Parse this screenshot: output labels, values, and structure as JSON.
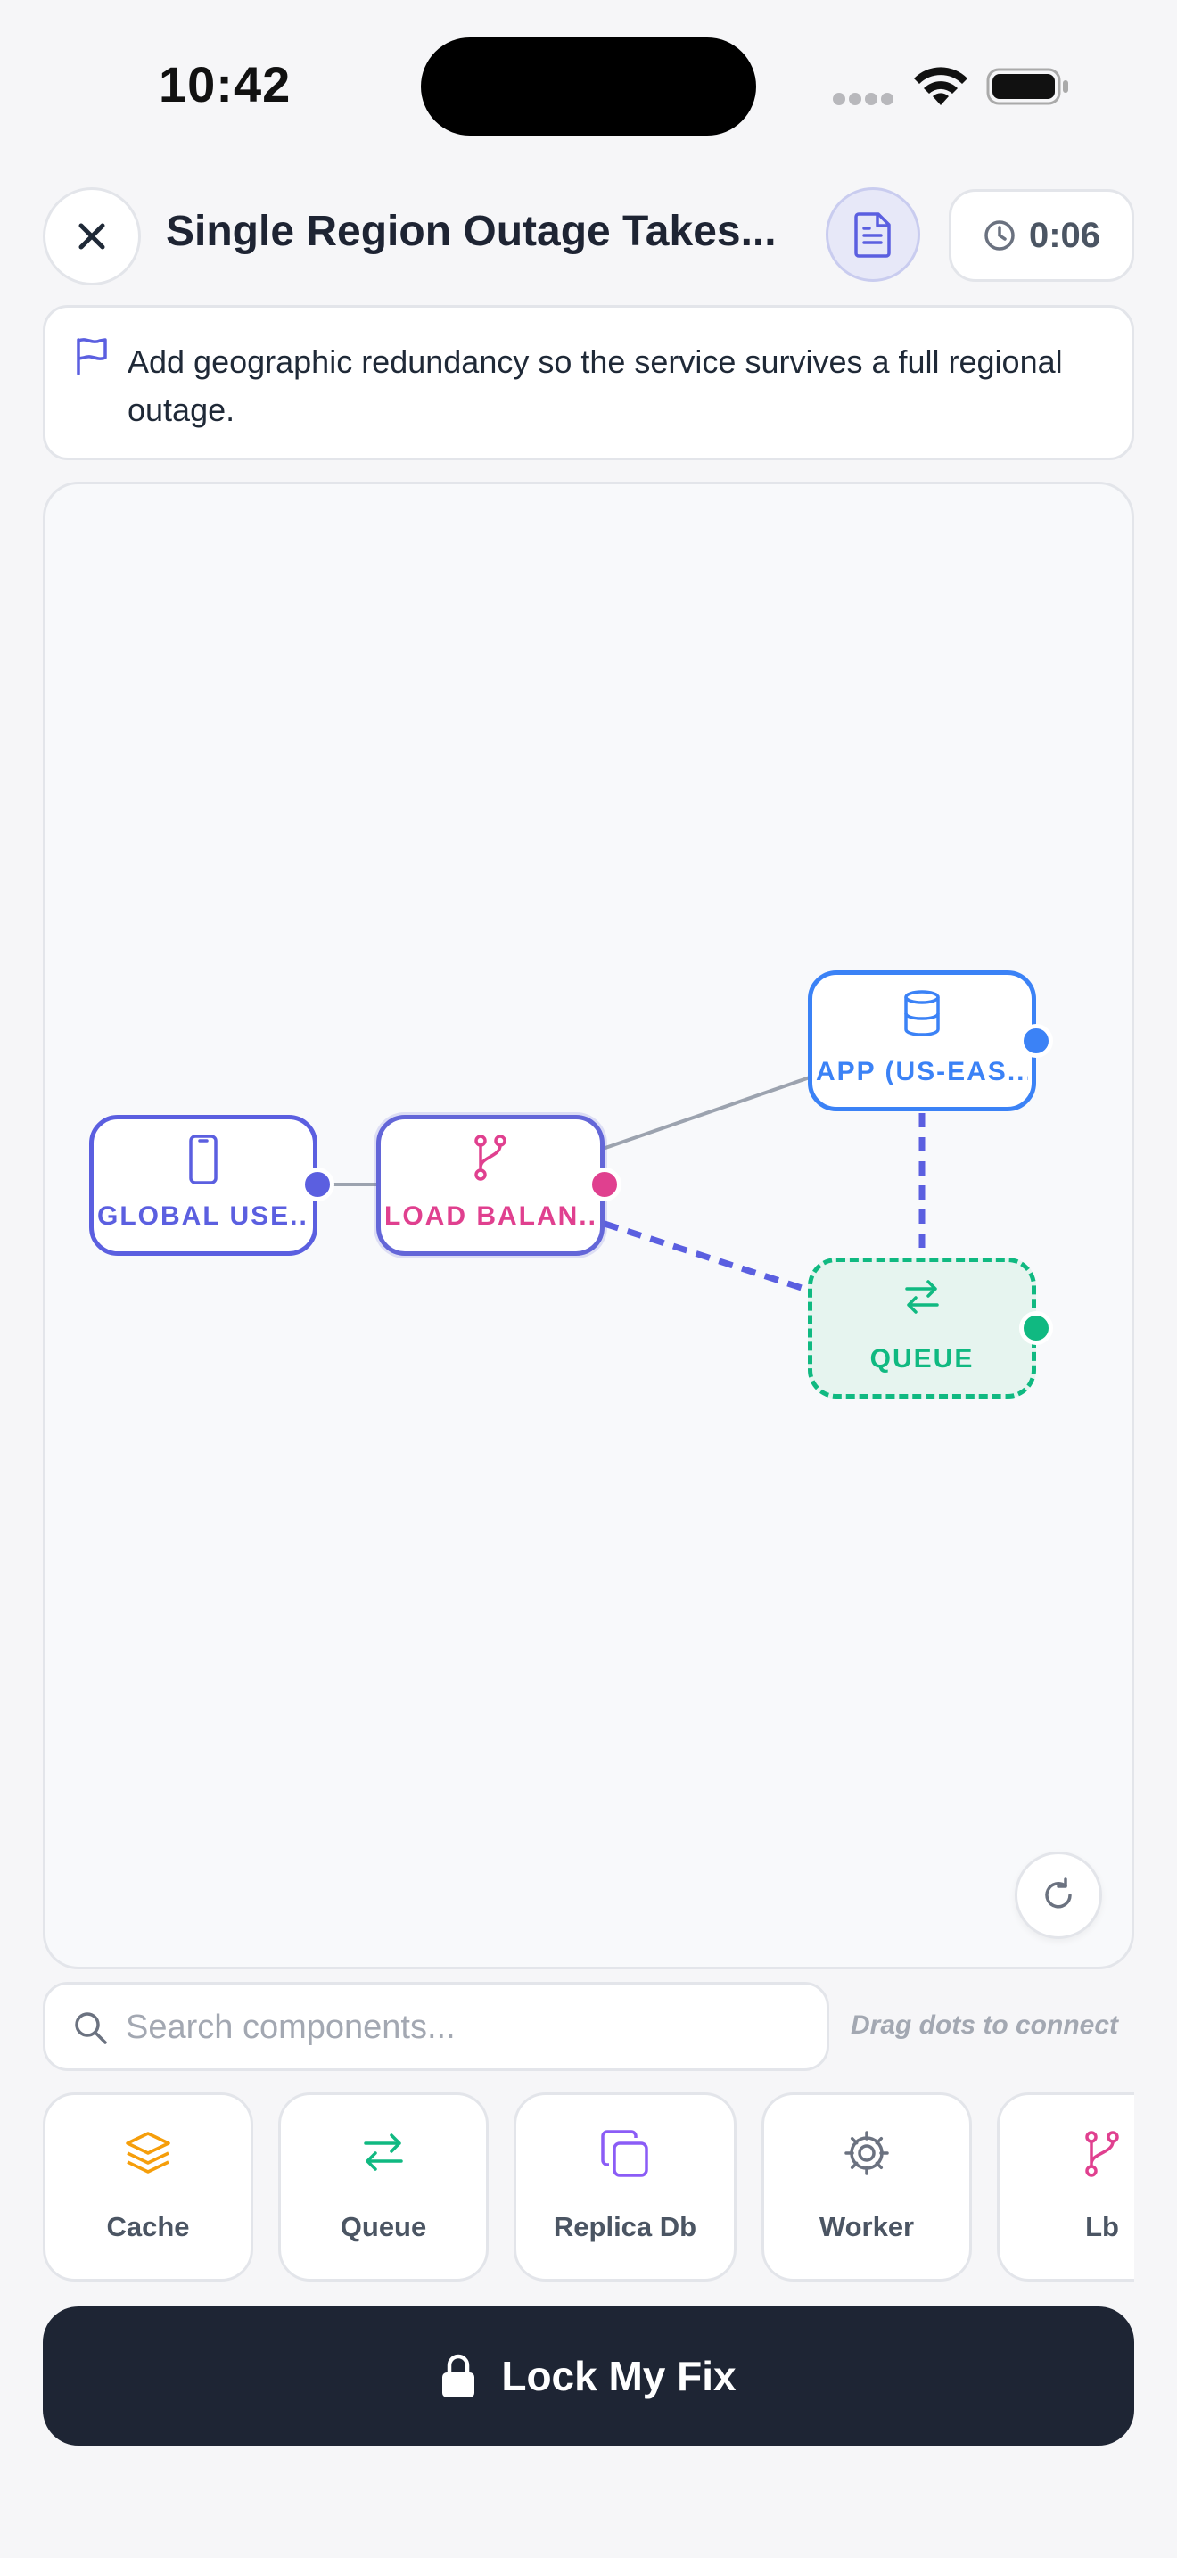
{
  "status_bar": {
    "time": "10:42"
  },
  "header": {
    "title": "Single Region Outage Takes...",
    "timer": "0:06",
    "close_icon": "close-icon",
    "brief_icon": "document-icon",
    "timer_icon": "clock-icon"
  },
  "objective": {
    "icon": "flag-icon",
    "text": "Add geographic redundancy so the service survives a full regional outage."
  },
  "canvas": {
    "nodes": [
      {
        "id": "global-users",
        "label": "GLOBAL USE...",
        "icon": "smartphone-icon",
        "color": "#5b5fe0"
      },
      {
        "id": "load-balancer",
        "label": "LOAD BALAN...",
        "icon": "git-branch-icon",
        "color": "#e0408f"
      },
      {
        "id": "app-us-east",
        "label": "APP (US-EAS...",
        "icon": "database-icon",
        "color": "#3b82f6"
      },
      {
        "id": "queue",
        "label": "QUEUE",
        "icon": "arrows-left-right-icon",
        "color": "#10b981",
        "state": "pending"
      }
    ],
    "edges": [
      {
        "from": "global-users",
        "to": "load-balancer",
        "style": "solid"
      },
      {
        "from": "load-balancer",
        "to": "app-us-east",
        "style": "solid"
      },
      {
        "from": "load-balancer",
        "to": "queue",
        "style": "dashed"
      },
      {
        "from": "app-us-east",
        "to": "queue",
        "style": "dashed"
      }
    ],
    "reset_icon": "rotate-icon"
  },
  "search": {
    "placeholder": "Search components...",
    "value": "",
    "hint": "Drag dots to connect"
  },
  "palette": {
    "items": [
      {
        "label": "Cache",
        "icon": "layers-icon",
        "color": "#f59e0b"
      },
      {
        "label": "Queue",
        "icon": "arrows-left-right-icon",
        "color": "#10b981"
      },
      {
        "label": "Replica Db",
        "icon": "copy-icon",
        "color": "#8b5cf6"
      },
      {
        "label": "Worker",
        "icon": "gear-icon",
        "color": "#6b7280"
      },
      {
        "label": "Lb",
        "icon": "git-branch-icon",
        "color": "#e0408f"
      }
    ]
  },
  "lock_button": {
    "label": "Lock My Fix",
    "icon": "lock-icon"
  }
}
